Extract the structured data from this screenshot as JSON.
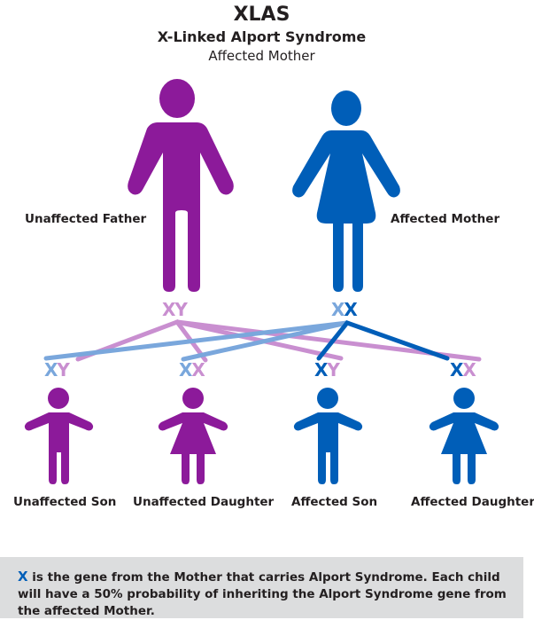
{
  "header": {
    "title": "XLAS",
    "subtitle": "X-Linked Alport Syndrome",
    "scenario": "Affected Mother"
  },
  "colors": {
    "unaffected_purple": "#8c1a9a",
    "affected_blue": "#005eb8",
    "light_purple": "#c98fd0",
    "light_blue": "#7aa7dc",
    "note_background": "#dcddde"
  },
  "parents": [
    {
      "label": "Unaffected Father",
      "genotype": [
        "X",
        "Y"
      ],
      "affected": false
    },
    {
      "label": "Affected Mother",
      "genotype": [
        "X",
        "X"
      ],
      "affected": true
    }
  ],
  "children": [
    {
      "label": "Unaffected Son",
      "genotype": [
        "X",
        "Y"
      ],
      "affected": false
    },
    {
      "label": "Unaffected Daughter",
      "genotype": [
        "X",
        "X"
      ],
      "affected": false
    },
    {
      "label": "Affected Son",
      "genotype": [
        "X",
        "Y"
      ],
      "affected": true
    },
    {
      "label": "Affected Daughter",
      "genotype": [
        "X",
        "X"
      ],
      "affected": true
    }
  ],
  "note": {
    "highlight": "X",
    "text": " is the gene from the Mother that carries Alport Syndrome. Each child will have a 50% probability of inheriting the Alport Syndrome gene from the affected Mother."
  }
}
